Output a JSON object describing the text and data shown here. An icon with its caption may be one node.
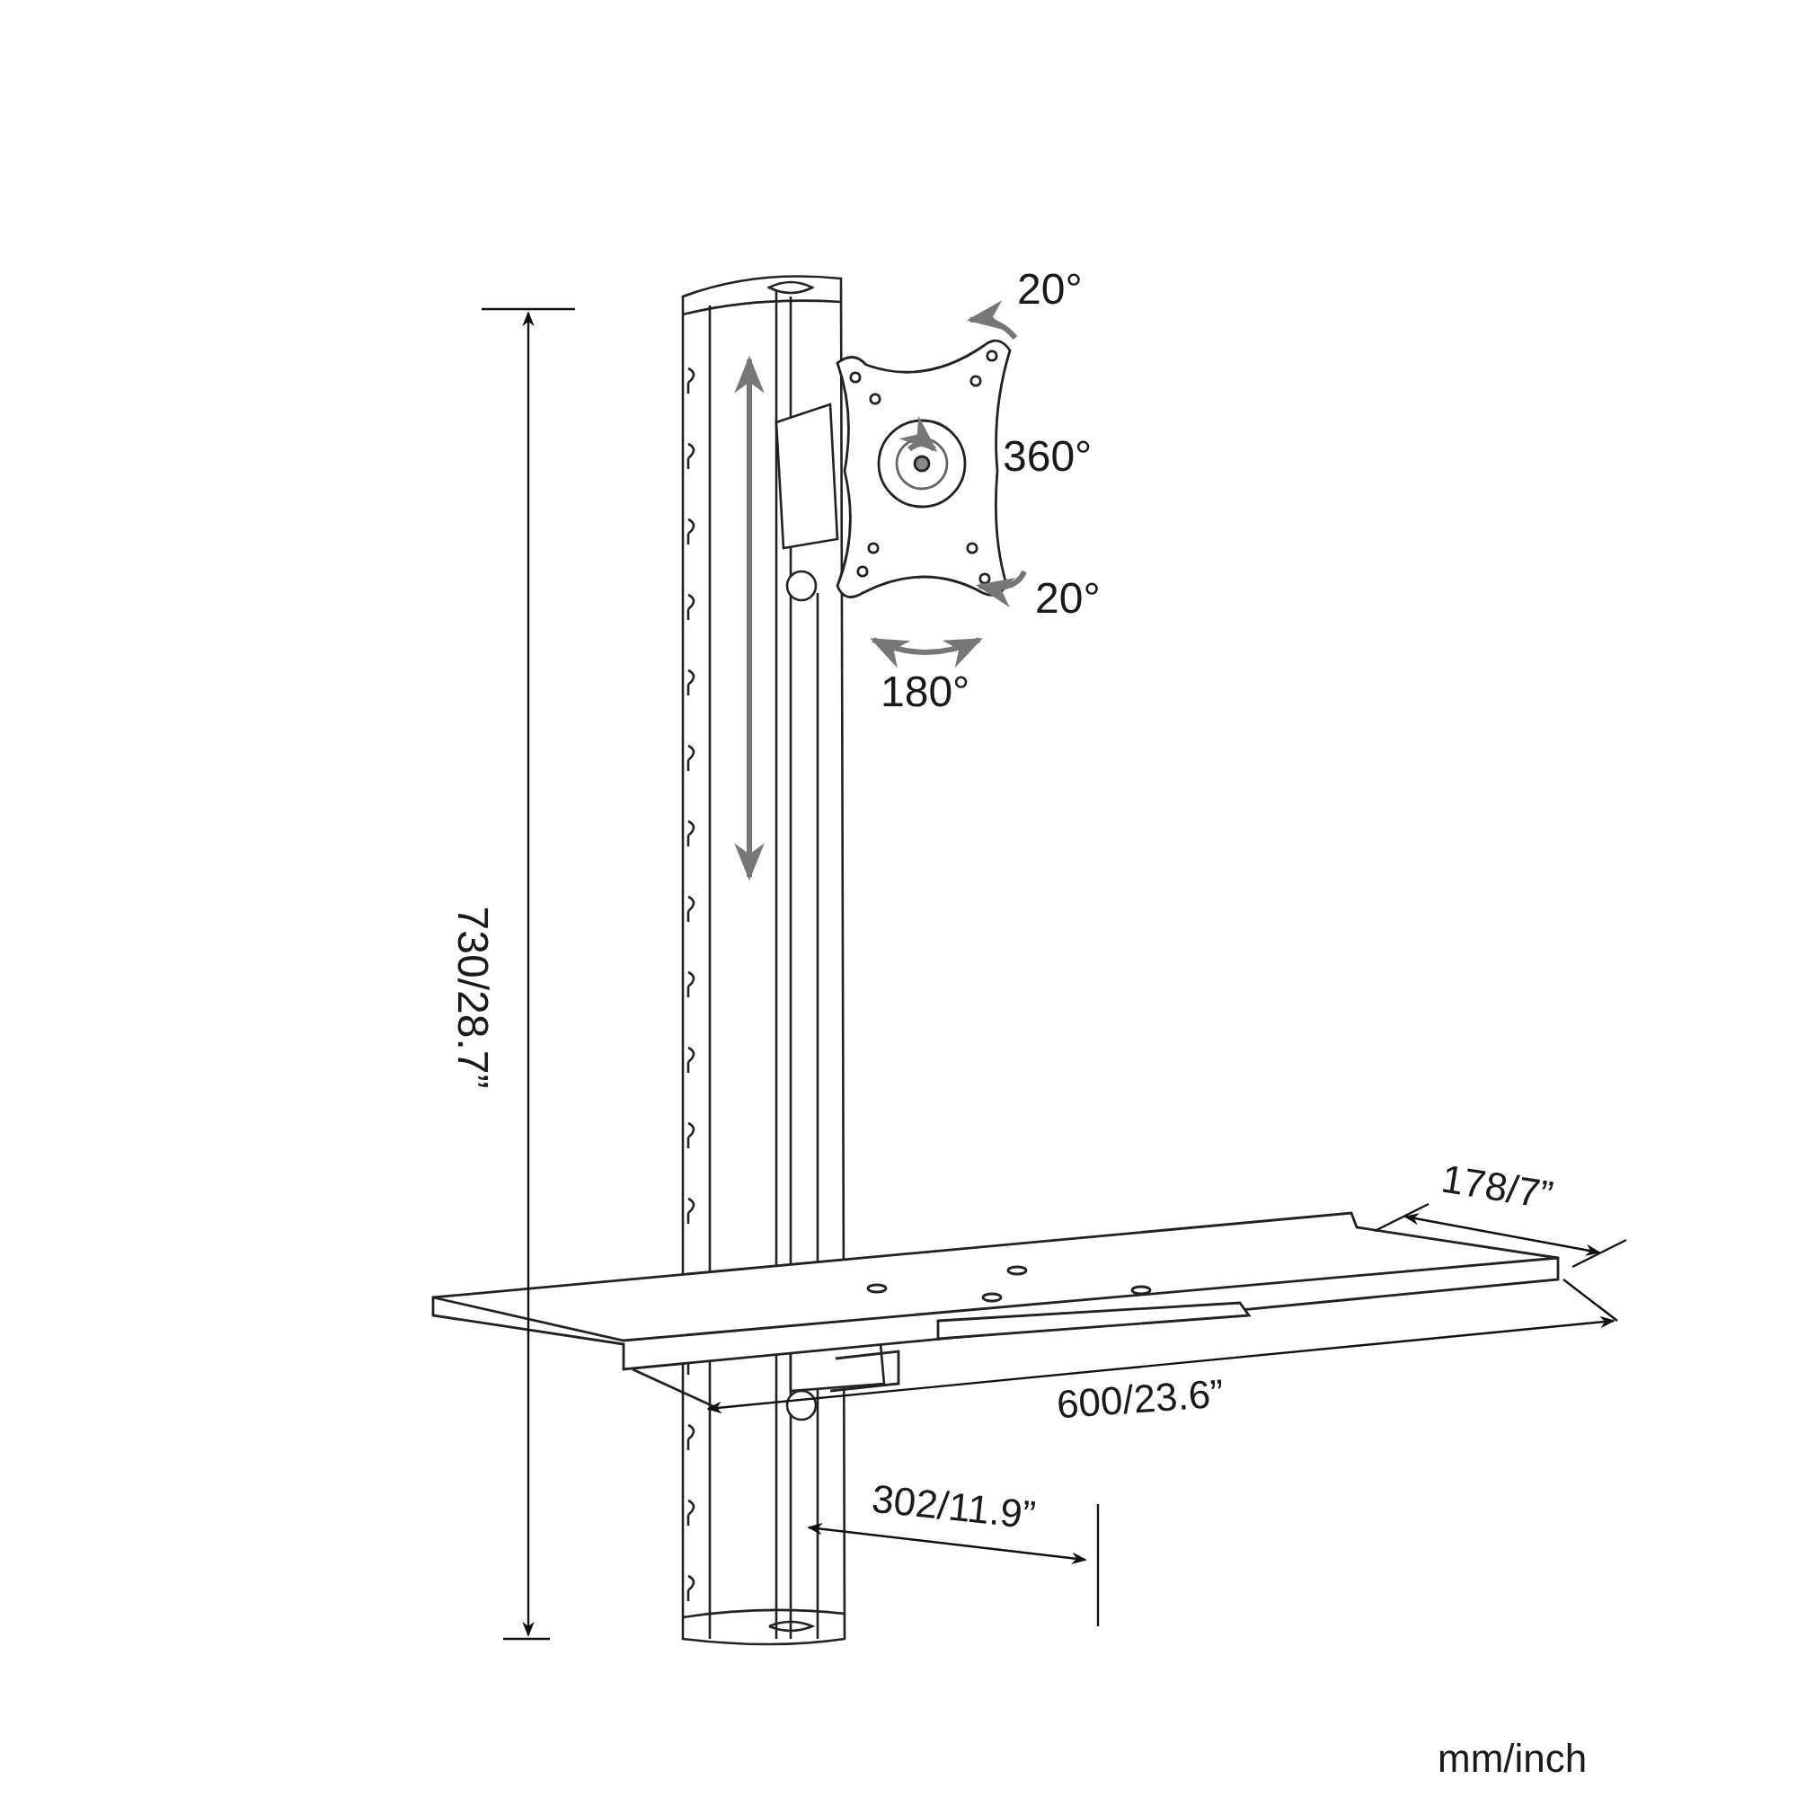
{
  "diagram": {
    "labels": [
      "20°",
      "360°",
      "20°",
      "180°",
      "730/28.7”",
      "178/7”",
      "600/23.6”",
      "302/11.9”",
      "mm/inch"
    ]
  }
}
